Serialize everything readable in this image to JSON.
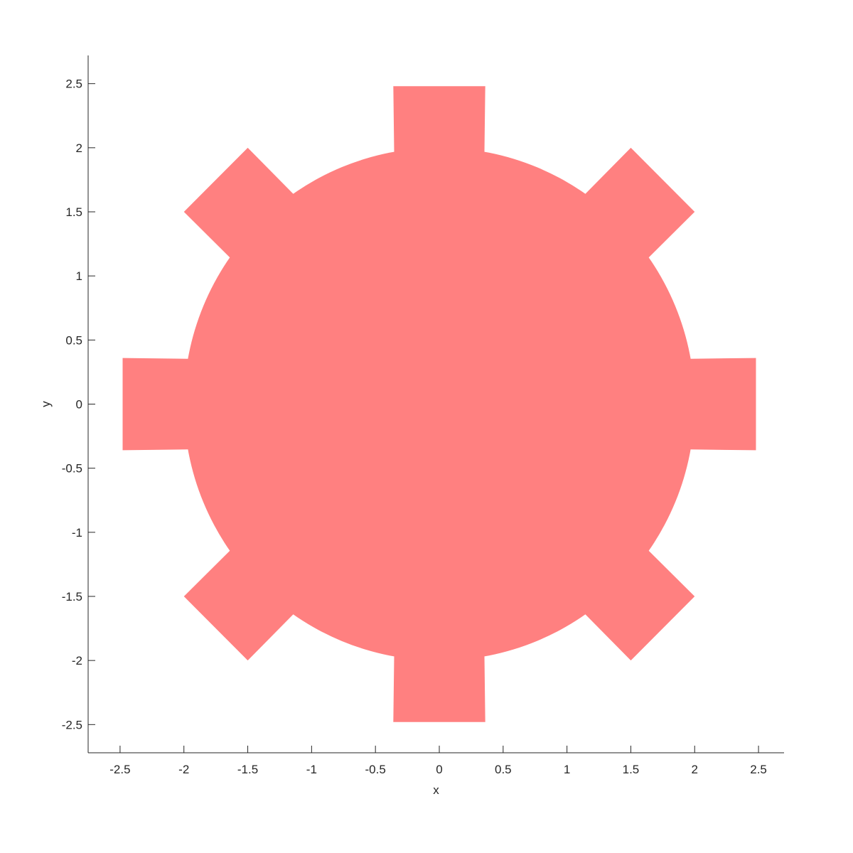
{
  "chart_data": {
    "type": "area",
    "xlabel": "x",
    "ylabel": "y",
    "xlim": [
      -2.75,
      2.7
    ],
    "ylim": [
      -2.72,
      2.72
    ],
    "xticks": [
      -2.5,
      -2,
      -1.5,
      -1,
      -0.5,
      0,
      0.5,
      1,
      1.5,
      2,
      2.5
    ],
    "yticks": [
      -2.5,
      -2,
      -1.5,
      -1,
      -0.5,
      0,
      0.5,
      1,
      1.5,
      2,
      2.5
    ],
    "grid": false,
    "fill_color": "#ff8080",
    "axis_color": "#262626",
    "series": [
      {
        "shape": "gear",
        "body_radius": 2.0,
        "teeth": [
          {
            "angle_deg": 0,
            "points": [
              [
                1.96,
                0.39
              ],
              [
                2.48,
                0.36
              ],
              [
                2.48,
                -0.36
              ],
              [
                1.96,
                -0.39
              ]
            ]
          },
          {
            "angle_deg": 45,
            "points": [
              [
                1.66,
                1.11
              ],
              [
                2.0,
                1.5
              ],
              [
                1.5,
                2.0
              ],
              [
                1.11,
                1.66
              ]
            ]
          },
          {
            "angle_deg": 90,
            "points": [
              [
                0.39,
                1.96
              ],
              [
                0.36,
                2.48
              ],
              [
                -0.36,
                2.48
              ],
              [
                -0.39,
                1.96
              ]
            ]
          },
          {
            "angle_deg": 135,
            "points": [
              [
                -1.11,
                1.66
              ],
              [
                -1.5,
                2.0
              ],
              [
                -2.0,
                1.5
              ],
              [
                -1.66,
                1.11
              ]
            ]
          },
          {
            "angle_deg": 180,
            "points": [
              [
                -1.96,
                0.39
              ],
              [
                -2.48,
                0.36
              ],
              [
                -2.48,
                -0.36
              ],
              [
                -1.96,
                -0.39
              ]
            ]
          },
          {
            "angle_deg": 225,
            "points": [
              [
                -1.66,
                -1.11
              ],
              [
                -2.0,
                -1.5
              ],
              [
                -1.5,
                -2.0
              ],
              [
                -1.11,
                -1.66
              ]
            ]
          },
          {
            "angle_deg": 270,
            "points": [
              [
                -0.39,
                -1.96
              ],
              [
                -0.36,
                -2.48
              ],
              [
                0.36,
                -2.48
              ],
              [
                0.39,
                -1.96
              ]
            ]
          },
          {
            "angle_deg": 315,
            "points": [
              [
                1.11,
                -1.66
              ],
              [
                1.5,
                -2.0
              ],
              [
                2.0,
                -1.5
              ],
              [
                1.66,
                -1.11
              ]
            ]
          }
        ]
      }
    ]
  }
}
